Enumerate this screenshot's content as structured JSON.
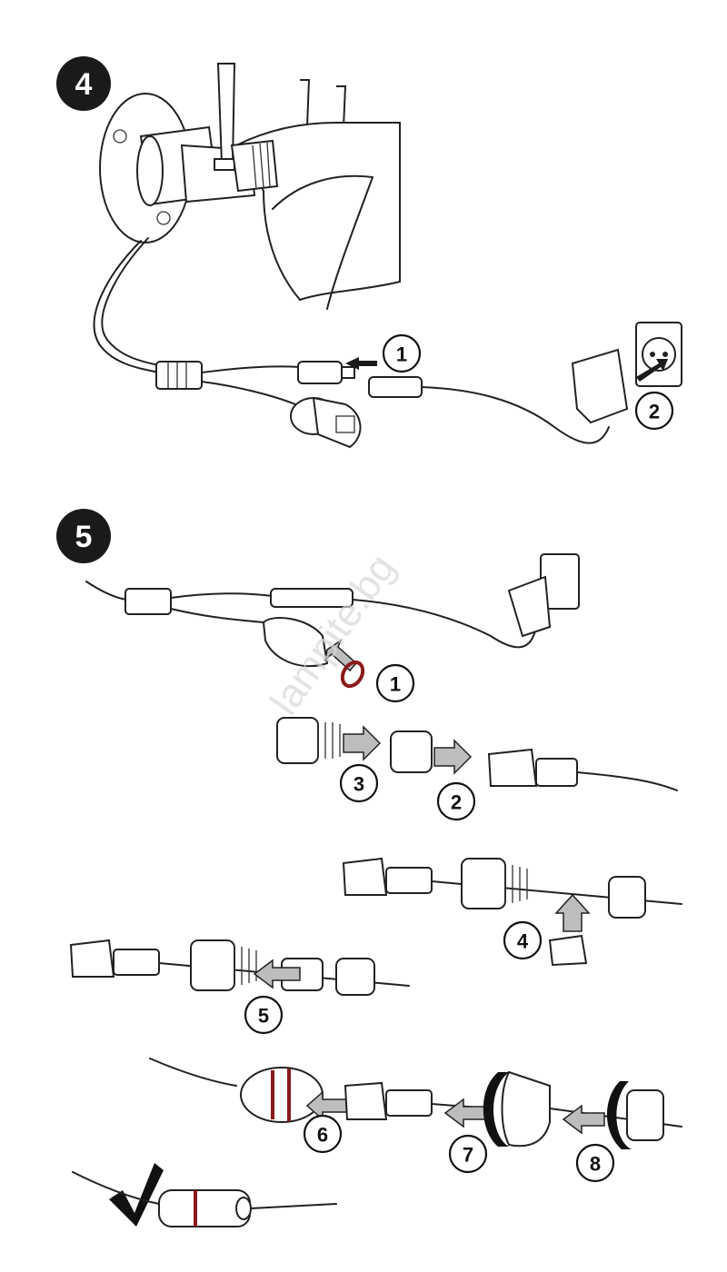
{
  "watermark": "lampite.bg",
  "sections": [
    {
      "badge": "4",
      "callouts": [
        "1",
        "2"
      ]
    },
    {
      "badge": "5",
      "callouts": [
        "1",
        "3",
        "2",
        "4",
        "5",
        "6",
        "7",
        "8"
      ]
    }
  ],
  "accent_color": "#8b1a1a"
}
